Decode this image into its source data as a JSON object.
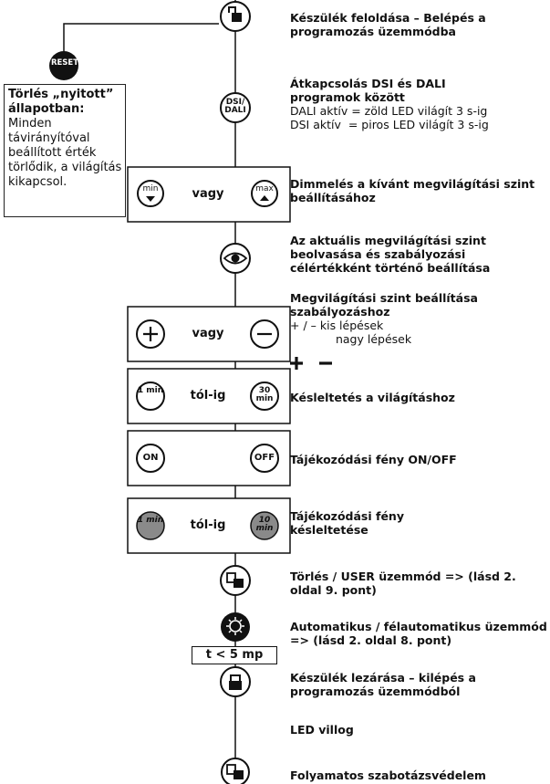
{
  "reset_label": "RESET",
  "note": {
    "title": "Törlés „nyitott” állapotban:",
    "body": "Minden távirányítóval beállított érték törlődik, a világítás kikapcsol."
  },
  "buttons": {
    "dsi_dali": "DSI/ DALI",
    "min": "min",
    "max": "max",
    "vagy": "vagy",
    "tol_ig": "tól-ig",
    "on": "ON",
    "off": "OFF",
    "one_min": "1 min",
    "thirty_min": "30 min",
    "ten_min": "10 min",
    "timer": "t < 5 mp"
  },
  "steps": [
    {
      "title": "Készülék feloldása – Belépés a programozás üzemmódba",
      "lines": []
    },
    {
      "title": "Átkapcsolás DSI és DALI programok között",
      "lines": [
        "DALI aktív = zöld LED világít 3 s-ig",
        "DSI aktív  = piros LED világít 3 s-ig"
      ]
    },
    {
      "title": "Dimmelés a kívánt megvilágítási szint beállításához",
      "lines": []
    },
    {
      "title": "Az aktuális megvilágítási szint beolvasása és szabályozási célértékként történő beállítása",
      "lines": []
    },
    {
      "title": "Megvilágítási szint beállítása szabályozáshoz",
      "lines": [
        "+ / – kis lépések",
        "+ / — nagy lépések"
      ]
    },
    {
      "title": "Késleltetés a világításhoz",
      "lines": []
    },
    {
      "title": "Tájékozódási fény ON/OFF",
      "lines": []
    },
    {
      "title": "Tájékozódási fény késleltetése",
      "lines": []
    },
    {
      "title": "Törlés / USER üzemmód => (lásd 2. oldal 9. pont)",
      "lines": []
    },
    {
      "title": "Automatikus / félautomatikus üzemmód => (lásd 2. oldal 8. pont)",
      "lines": []
    },
    {
      "title": "Készülék lezárása – kilépés a programozás üzemmódból",
      "lines": []
    },
    {
      "title": "LED villog",
      "lines": []
    },
    {
      "title": "Folyamatos szabotázsvédelem",
      "lines": []
    }
  ]
}
